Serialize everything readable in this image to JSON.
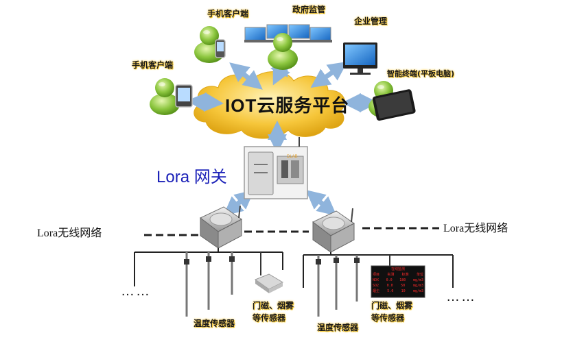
{
  "nodes": {
    "mobile_client_top": "手机客户端",
    "gov_supervision": "政府监管",
    "enterprise_mgmt": "企业管理",
    "mobile_client_left": "手机客户端",
    "smart_terminal": "智能终端(平板电脑)"
  },
  "cloud": {
    "label_prefix": "IOT",
    "label_suffix": "云服务平台"
  },
  "gateway": {
    "label": "Lora 网关",
    "brand": "DLAB"
  },
  "network": {
    "left_label": "Lora无线网络",
    "right_label": "Lora无线网络"
  },
  "sensors": {
    "temp_left": "温度传感器",
    "temp_right": "温度传感器",
    "door_left_line1": "门磁、烟雾",
    "door_left_line2": "等传感器",
    "door_right_line1": "门磁、烟雾",
    "door_right_line2": "等传感器",
    "more_left": "……",
    "more_right": "……"
  },
  "display_panel": {
    "title": "在线监测",
    "headers": [
      "项目",
      "实测",
      "标准",
      "单位"
    ],
    "rows": [
      [
        "NOX",
        "0.0",
        "180",
        "mg/m3"
      ],
      [
        "SO2",
        "0.0",
        "50",
        "mg/m3"
      ],
      [
        "烟尘",
        "5.0",
        "10",
        "mg/m3"
      ]
    ]
  },
  "colors": {
    "cloud": "#f6c63a",
    "arrow": "#8fb4dc",
    "person": "#8cc63f",
    "gateway_label": "#1b21b8",
    "panel_text": "#ff2a2a"
  }
}
